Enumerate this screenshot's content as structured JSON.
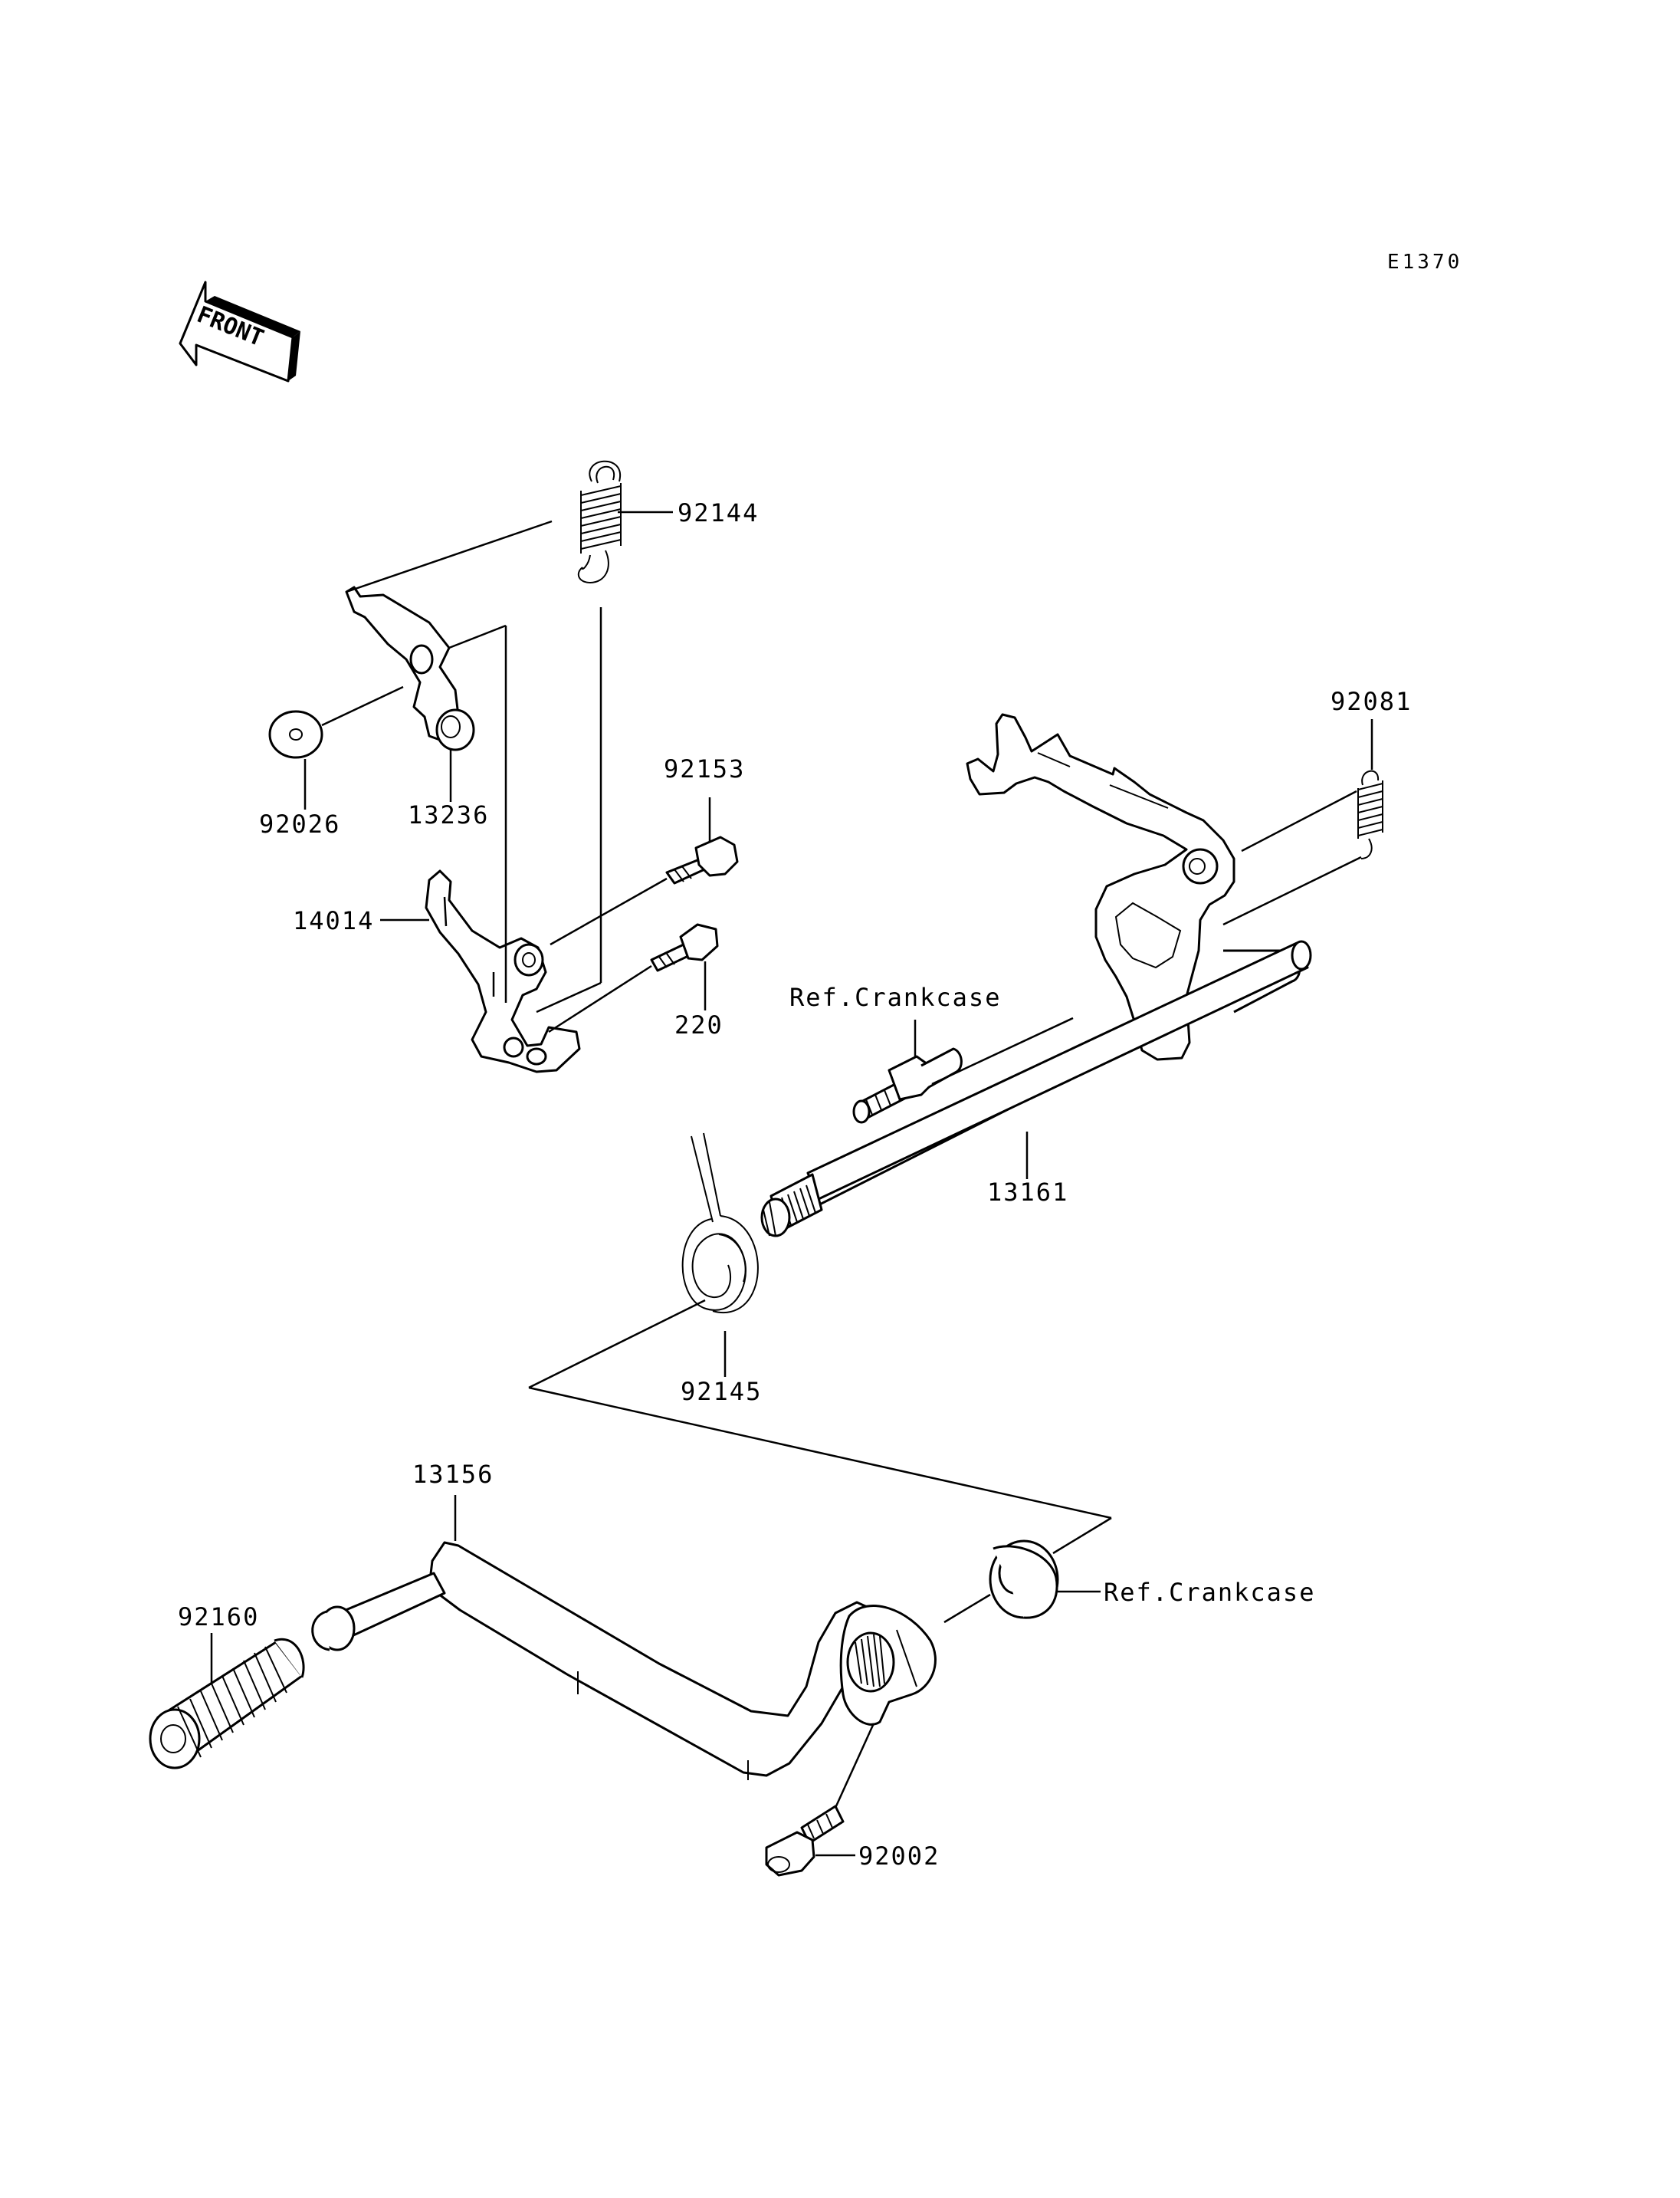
{
  "diagram_code": "E1370",
  "front_label": "FRONT",
  "callouts": [
    {
      "id": "92144",
      "text": "92144"
    },
    {
      "id": "92026",
      "text": "92026"
    },
    {
      "id": "13236",
      "text": "13236"
    },
    {
      "id": "92153",
      "text": "92153"
    },
    {
      "id": "14014",
      "text": "14014"
    },
    {
      "id": "220",
      "text": "220"
    },
    {
      "id": "92081",
      "text": "92081"
    },
    {
      "id": "ref-crankcase-1",
      "text": "Ref.Crankcase"
    },
    {
      "id": "13161",
      "text": "13161"
    },
    {
      "id": "92145",
      "text": "92145"
    },
    {
      "id": "13156",
      "text": "13156"
    },
    {
      "id": "92160",
      "text": "92160"
    },
    {
      "id": "ref-crankcase-2",
      "text": "Ref.Crankcase"
    },
    {
      "id": "92002",
      "text": "92002"
    }
  ]
}
